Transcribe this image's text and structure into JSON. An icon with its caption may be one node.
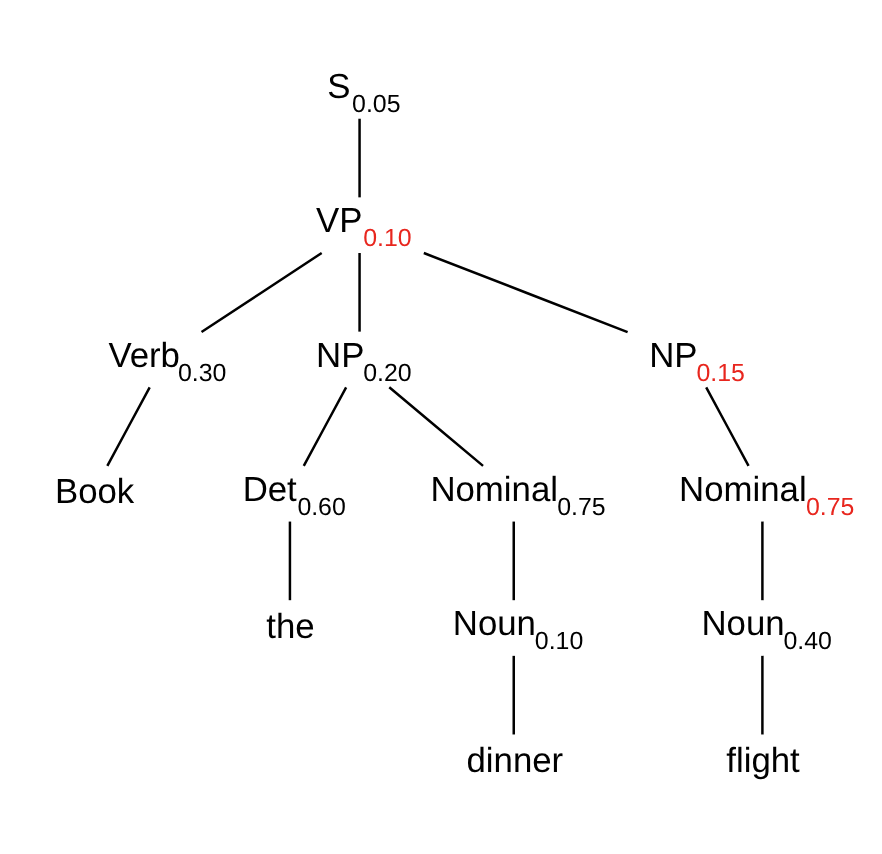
{
  "diagram": {
    "nodes": [
      {
        "text": [
          "S$_{0.05}$"
        ]
      },
      {
        "text": [
          "VP$_{0.10}$"
        ]
      },
      {
        "text": [
          "Verb$_{0.30}$"
        ]
      },
      {
        "text": [
          "NP$_{0.20}$"
        ]
      },
      {
        "text": [
          "NP$_{0.15}$"
        ]
      },
      {
        "text": [
          "Book"
        ]
      },
      {
        "text": [
          "Det$_{0.60}$"
        ]
      },
      {
        "text": [
          "Nominal$_{0.75}$"
        ]
      },
      {
        "text": [
          "Nominal$_{0.75}$"
        ]
      },
      {
        "text": [
          "the"
        ]
      },
      {
        "text": [
          "Noun$_{0.10}$"
        ]
      },
      {
        "text": [
          "Noun$_{0.40}$"
        ]
      },
      {
        "text": [
          "dinner"
        ]
      },
      {
        "text": [
          "flight"
        ]
      }
    ],
    "edges": [
      {
        "from": 0,
        "to": 1,
        "arrow": "none"
      },
      {
        "from": 1,
        "to": 2,
        "arrow": "none"
      },
      {
        "from": 1,
        "to": 3,
        "arrow": "none"
      },
      {
        "from": 1,
        "to": 4,
        "arrow": "none"
      },
      {
        "from": 2,
        "to": 5,
        "arrow": "none"
      },
      {
        "from": 3,
        "to": 6,
        "arrow": "none"
      },
      {
        "from": 3,
        "to": 7,
        "arrow": "none"
      },
      {
        "from": 4,
        "to": 8,
        "arrow": "none"
      },
      {
        "from": 6,
        "to": 9,
        "arrow": "none"
      },
      {
        "from": 7,
        "to": 10,
        "arrow": "none"
      },
      {
        "from": 8,
        "to": 11,
        "arrow": "none"
      },
      {
        "from": 10,
        "to": 12,
        "arrow": "none"
      },
      {
        "from": 11,
        "to": 13,
        "arrow": "none"
      }
    ]
  }
}
